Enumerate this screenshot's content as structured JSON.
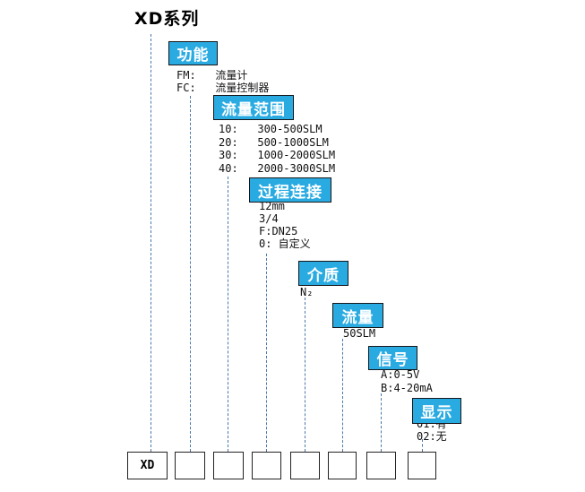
{
  "title": "XD系列",
  "colors": {
    "accent": "#29ABE2",
    "connector": "#4A78AA"
  },
  "columns": [
    {
      "id": "series",
      "code": "XD",
      "label": "",
      "options": []
    },
    {
      "id": "function",
      "code": "",
      "label": "功能",
      "options": [
        "FM:   流量计",
        "FC:   流量控制器"
      ]
    },
    {
      "id": "flow-range",
      "code": "",
      "label": "流量范围",
      "options": [
        "10:   300-500SLM",
        "20:   500-1000SLM",
        "30:   1000-2000SLM",
        "40:   2000-3000SLM"
      ]
    },
    {
      "id": "process-connection",
      "code": "",
      "label": "过程连接",
      "options": [
        "12mm",
        "3/4",
        "F:DN25",
        "0: 自定义"
      ]
    },
    {
      "id": "medium",
      "code": "",
      "label": "介质",
      "options": [
        "N₂"
      ]
    },
    {
      "id": "flow",
      "code": "",
      "label": "流量",
      "options": [
        "50SLM"
      ]
    },
    {
      "id": "signal",
      "code": "",
      "label": "信号",
      "options": [
        "A:0-5V",
        "B:4-20mA"
      ]
    },
    {
      "id": "display",
      "code": "",
      "label": "显示",
      "options": [
        "01:有",
        "02:无"
      ]
    }
  ]
}
